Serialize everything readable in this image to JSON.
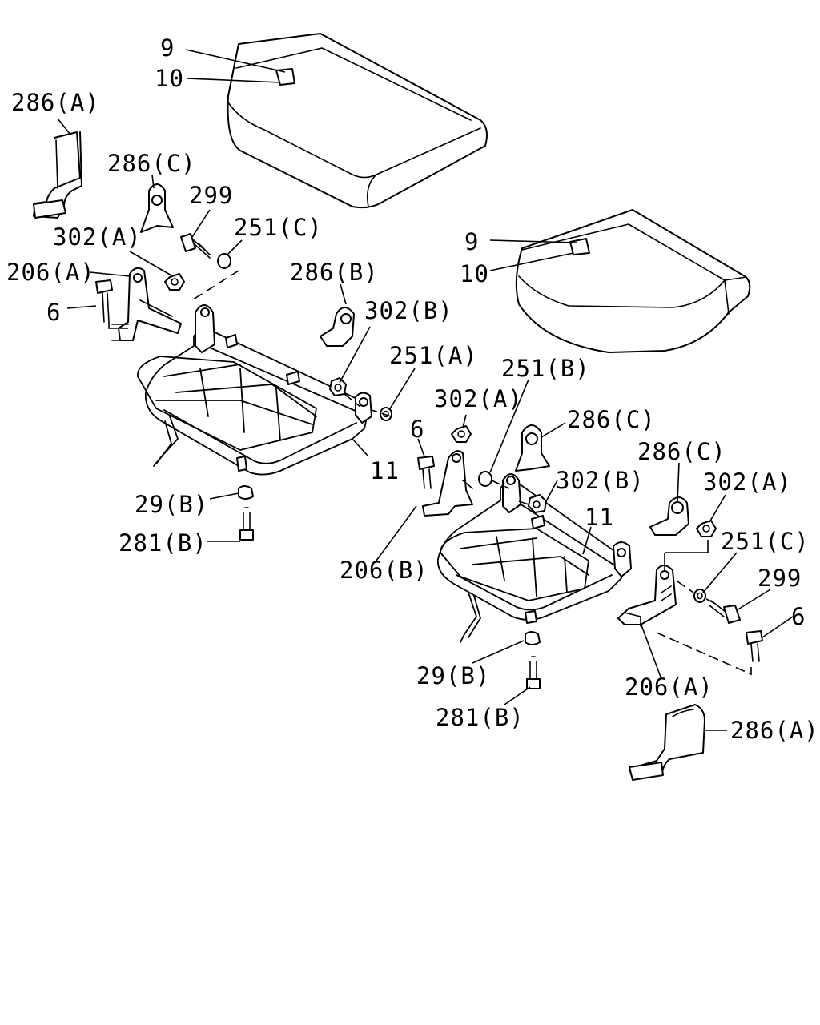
{
  "colors": {
    "line": "#000000",
    "background": "#ffffff"
  },
  "callouts": {
    "upper_cushion_9": "9",
    "upper_cushion_10": "10",
    "left_286A": "286(A)",
    "left_286C": "286(C)",
    "left_299": "299",
    "left_251C": "251(C)",
    "left_302A": "302(A)",
    "left_206A": "206(A)",
    "left_6": "6",
    "left_286B": "286(B)",
    "left_302B": "302(B)",
    "left_251A": "251(A)",
    "left_11": "11",
    "left_29B": "29(B)",
    "left_281B": "281(B)",
    "lower_cushion_9": "9",
    "lower_cushion_10": "10",
    "right_251B": "251(B)",
    "right_302A_center": "302(A)",
    "right_286C_top": "286(C)",
    "right_6_center": "6",
    "right_286C": "286(C)",
    "right_302A": "302(A)",
    "right_302B": "302(B)",
    "right_11": "11",
    "right_251C": "251(C)",
    "right_299": "299",
    "right_6": "6",
    "right_206B": "206(B)",
    "right_29B": "29(B)",
    "right_206A": "206(A)",
    "right_281B": "281(B)",
    "right_286A": "286(A)"
  }
}
